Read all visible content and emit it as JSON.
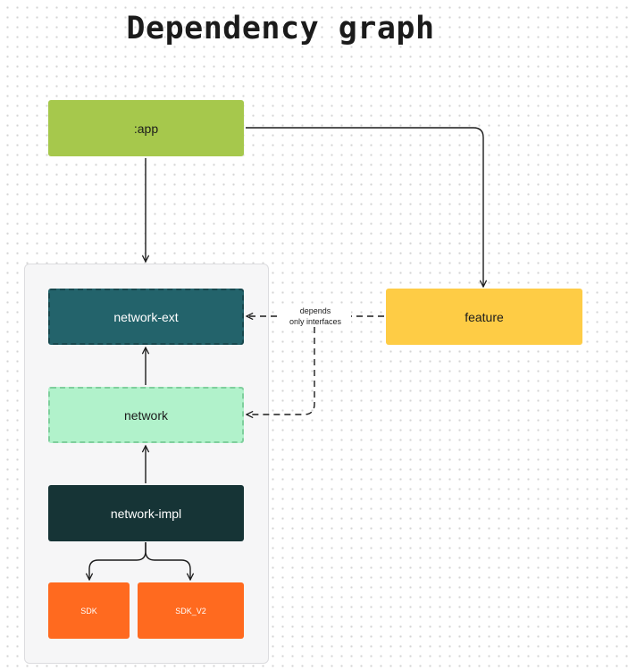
{
  "title": "Dependency graph",
  "nodes": {
    "app": ":app",
    "feature": "feature",
    "network_ext": "network-ext",
    "network": "network",
    "network_impl": "network-impl",
    "sdk": "SDK",
    "sdk_v2": "SDK_V2"
  },
  "edge_label": {
    "line1": "depends",
    "line2": "only interfaces"
  },
  "colors": {
    "app": "#a6c84c",
    "feature": "#fecc45",
    "network_ext": "#23636b",
    "network": "#b1f2cb",
    "network_impl": "#163436",
    "sdk": "#ff6a1f",
    "edge": "#1c1c1c"
  }
}
